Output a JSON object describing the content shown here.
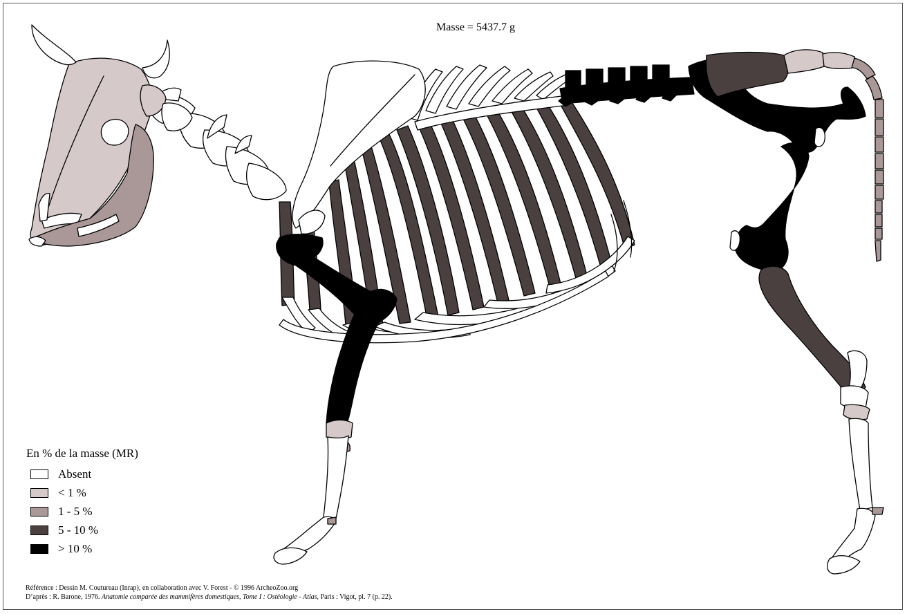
{
  "header": {
    "masse_label": "Masse = 5437.7 g"
  },
  "legend": {
    "title": "En % de la masse (MR)",
    "items": [
      {
        "label": "Absent",
        "color": "#ffffff"
      },
      {
        "label": "< 1 %",
        "color": "#d6c9ca"
      },
      {
        "label": "1 - 5 %",
        "color": "#aa9898"
      },
      {
        "label": "5 - 10 %",
        "color": "#4a4040"
      },
      {
        "label": "> 10 %",
        "color": "#000000"
      }
    ]
  },
  "colors": {
    "absent": "#ffffff",
    "lt1": "#d6c9ca",
    "p1_5": "#aa9898",
    "p5_10": "#4a4040",
    "gt10": "#000000",
    "outline": "#000000"
  },
  "footer": {
    "line1": "Référence : Dessin M. Coutureau (Inrap), en collaboration avec V. Forest - © 1996 ArcheoZoo.org",
    "line2_prefix": "D’après : R. Barone, 1976. ",
    "line2_italic": "Anatomie comparée des mammifères domestiques, Tome I : Ostéologie - Atlas",
    "line2_suffix": ", Paris : Vigot, pl. 7 (p. 22)."
  }
}
